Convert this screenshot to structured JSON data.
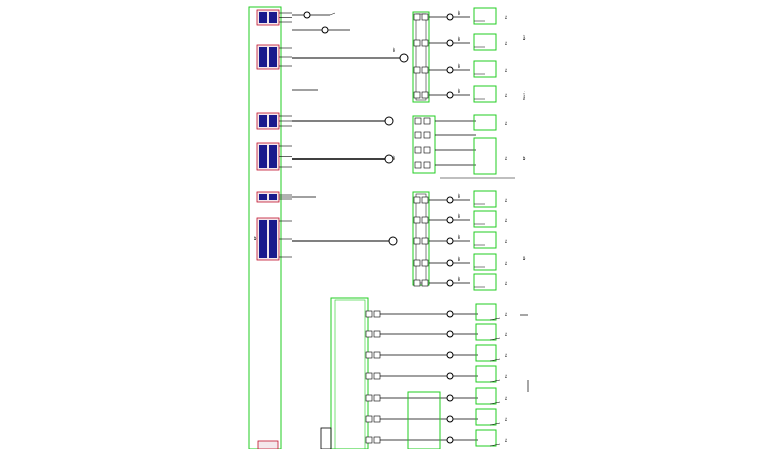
{
  "diagram": {
    "labels": {
      "feeder_tag": "Ex",
      "cable_tag": "ВВГ",
      "panel_tag": "ЩР",
      "note_1": "Щит",
      "note_2": "Вент.",
      "note_3": "ЩО"
    },
    "colors": {
      "enclosure": "#22cc22",
      "wire": "#000000",
      "breaker_fill": "#1a1a8c",
      "breaker_red": "#c0102a",
      "background": "#ffffff"
    }
  }
}
